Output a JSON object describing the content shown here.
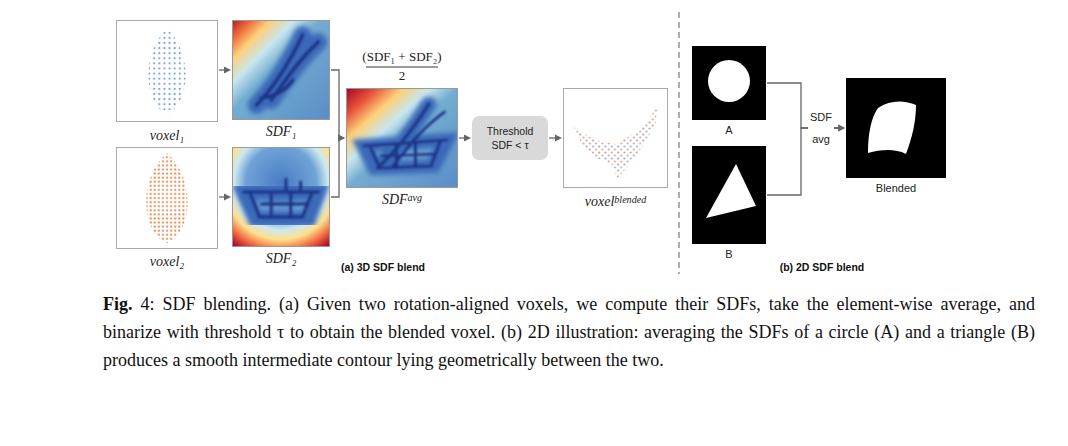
{
  "diagram": {
    "caption": "Fig. 4: SDF blending. (a) Given two rotation-aligned voxels, we compute their SDFs, take the element-wise average, and binarize with threshold τ to obtain the blended voxel. (b) 2D illustration: averaging the SDFs of a circle (A) and a triangle (B) produces a smooth intermediate contour lying geometrically between the two.",
    "nodes": [
      {
        "text": [
          "voxel₁"
        ]
      },
      {
        "text": [
          "SDF₁"
        ]
      },
      {
        "text": [
          "voxel₂"
        ]
      },
      {
        "text": [
          "SDF₂"
        ]
      },
      {
        "text": [
          "SDFavg"
        ]
      },
      {
        "text": [
          "Threshold",
          "SDF < τ"
        ]
      },
      {
        "text": [
          "voxelblended"
        ]
      },
      {
        "text": [
          "A"
        ]
      },
      {
        "text": [
          "B"
        ]
      },
      {
        "text": [
          "Blended"
        ]
      }
    ],
    "edges": [
      {
        "from": 0,
        "to": 1,
        "arrow": "to"
      },
      {
        "from": 2,
        "to": 3,
        "arrow": "to"
      },
      {
        "from": 1,
        "to": 4,
        "arrow": "to"
      },
      {
        "from": 3,
        "to": 4,
        "arrow": "to"
      },
      {
        "from": 4,
        "to": 5,
        "arrow": "to"
      },
      {
        "from": 5,
        "to": 6,
        "arrow": "to"
      },
      {
        "from": 7,
        "to": 9,
        "label": "SDF avg",
        "arrow": "to"
      },
      {
        "from": 8,
        "to": 9,
        "arrow": "to"
      }
    ],
    "labels": [
      "(SDF₁ + SDF₂)",
      "2",
      "(a) 3D SDF blend",
      "(b) 2D SDF blend"
    ]
  }
}
